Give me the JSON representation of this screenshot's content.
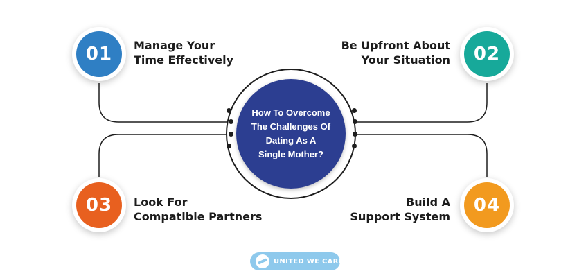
{
  "center": {
    "lines": [
      "How To Overcome",
      "The Challenges Of",
      "Dating As  A",
      "Single Mother?"
    ],
    "color": "#2c3e91"
  },
  "steps": [
    {
      "number": "01",
      "lines": [
        "Manage Your",
        "Time Effectively"
      ],
      "color": "#2f7fc4"
    },
    {
      "number": "02",
      "lines": [
        "Be Upfront About",
        "Your Situation"
      ],
      "color": "#17a99a"
    },
    {
      "number": "03",
      "lines": [
        "Look For",
        "Compatible Partners"
      ],
      "color": "#e8601f"
    },
    {
      "number": "04",
      "lines": [
        "Build A",
        "Support System"
      ],
      "color": "#f29a1f"
    }
  ],
  "logo": {
    "text": "UNITED WE CARE",
    "color": "#8ec9ec"
  }
}
